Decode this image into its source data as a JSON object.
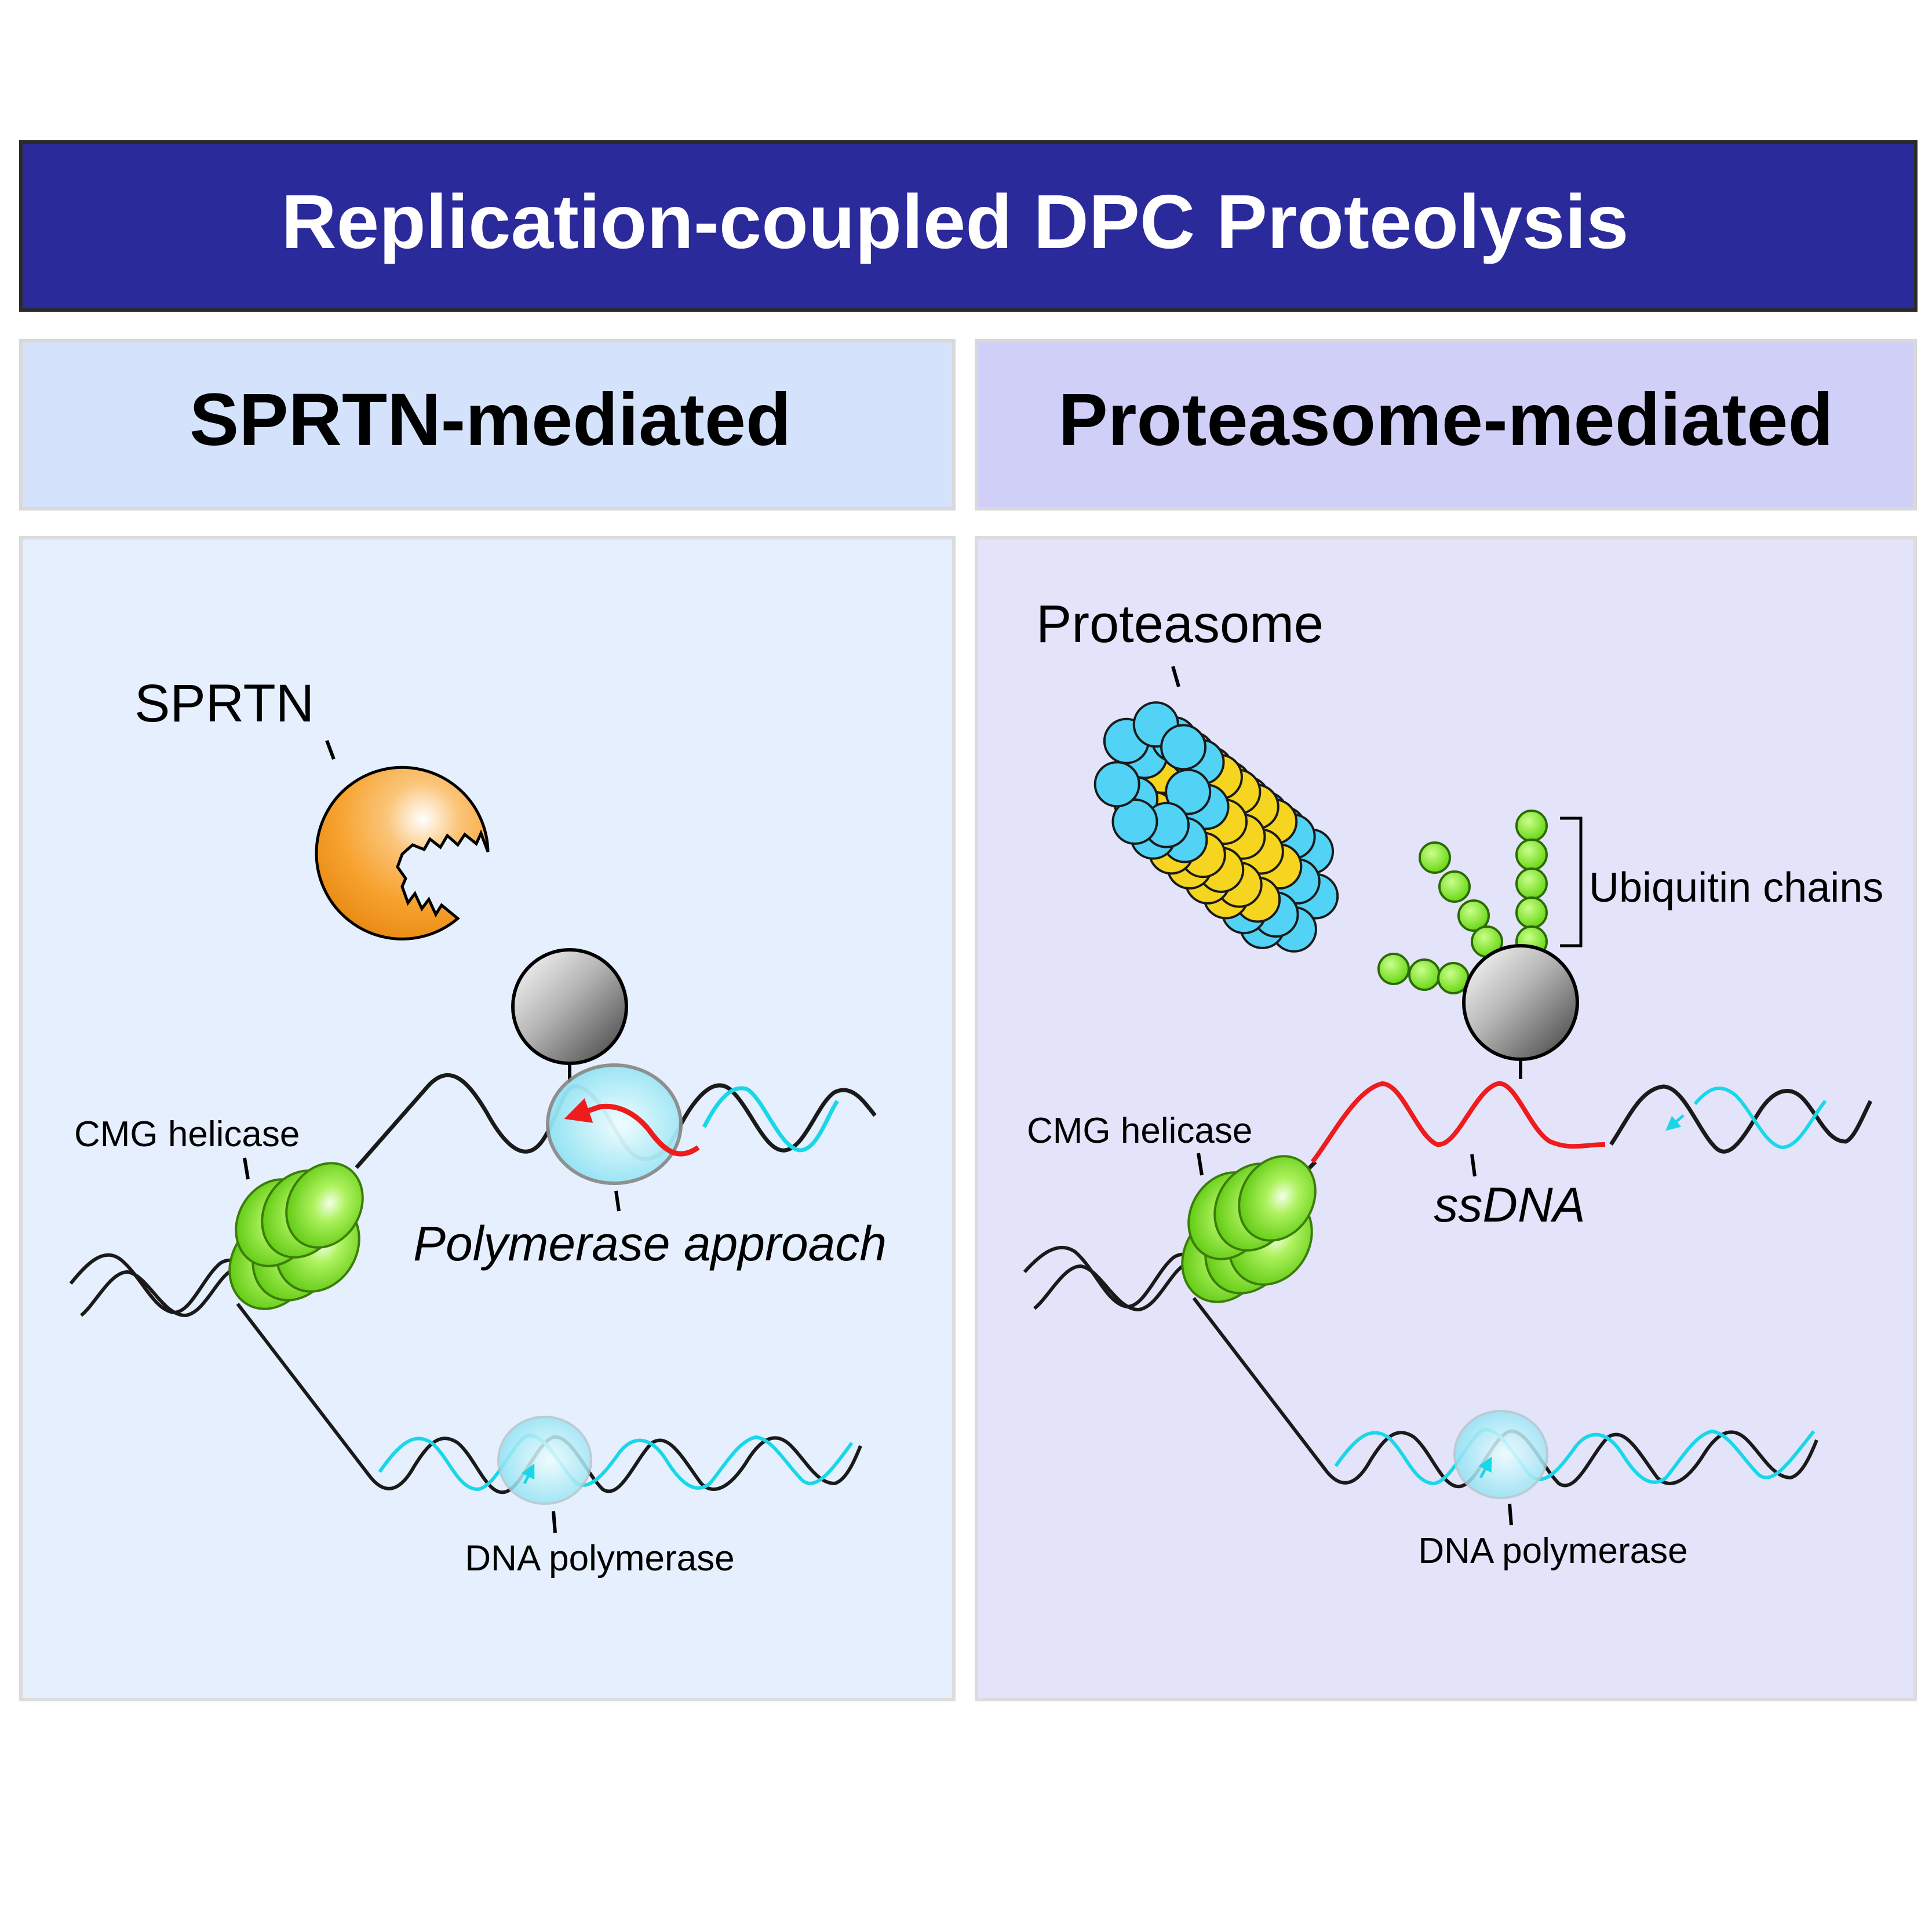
{
  "title": "Replication-coupled DPC Proteolysis",
  "panels": {
    "left": {
      "header": "SPRTN-mediated",
      "labels": {
        "sprtn": "SPRTN",
        "cmg": "CMG helicase",
        "approach": "Polymerase approach",
        "polymerase": "DNA polymerase"
      }
    },
    "right": {
      "header": "Proteasome-mediated",
      "labels": {
        "proteasome": "Proteasome",
        "ubiquitin": "Ubiquitin chains",
        "cmg": "CMG helicase",
        "ssdna": "ssDNA",
        "polymerase": "DNA polymerase"
      }
    }
  },
  "colors": {
    "title_bar": "#2b2a9b",
    "left_header_bg": "#d4e3fb",
    "right_header_bg": "#cfcff8",
    "left_body_bg": "#e6effd",
    "right_body_bg": "#e3e3fa",
    "dna_parental": "#1a1a1a",
    "dna_nascent": "#19d7e8",
    "ssdna": "#ee1c1c",
    "sprtn": "#f7a330",
    "cmg": "#7be21a",
    "proteasome_outer": "#52d2f5",
    "proteasome_inner": "#f5d520",
    "ubiquitin": "#7ee81e",
    "dpc": "#7d7d7d"
  }
}
